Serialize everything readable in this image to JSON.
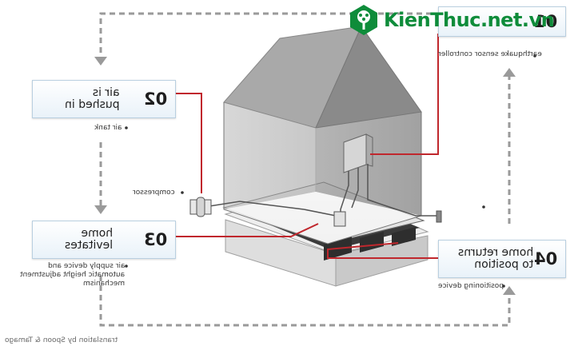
{
  "steps": [
    {
      "num": "02",
      "text_l1": "air is",
      "text_l2": "pushed in"
    },
    {
      "num": "03",
      "text_l1": "home",
      "text_l2": "levitates"
    },
    {
      "num": "04",
      "text_l1": "home returns",
      "text_l2": "to position"
    },
    {
      "num": "01",
      "text_l1": "",
      "text_l2": ""
    }
  ],
  "labels": {
    "earthquake_sensor": "earthquake sensor controller",
    "air_tank": "air tank",
    "compressor": "compressor",
    "air_supply_l1": "air supply device and",
    "air_supply_l2": "automatic height adjustment",
    "air_supply_l3": "mechanism",
    "positioning_device": "positioning device"
  },
  "credit": "translation by Spoon & Tamago",
  "watermark": "KienThuc.net.vn",
  "colors": {
    "accent": "#c0272d",
    "brand_green": "#0e8c3a",
    "arrow": "#9a9a9a"
  }
}
